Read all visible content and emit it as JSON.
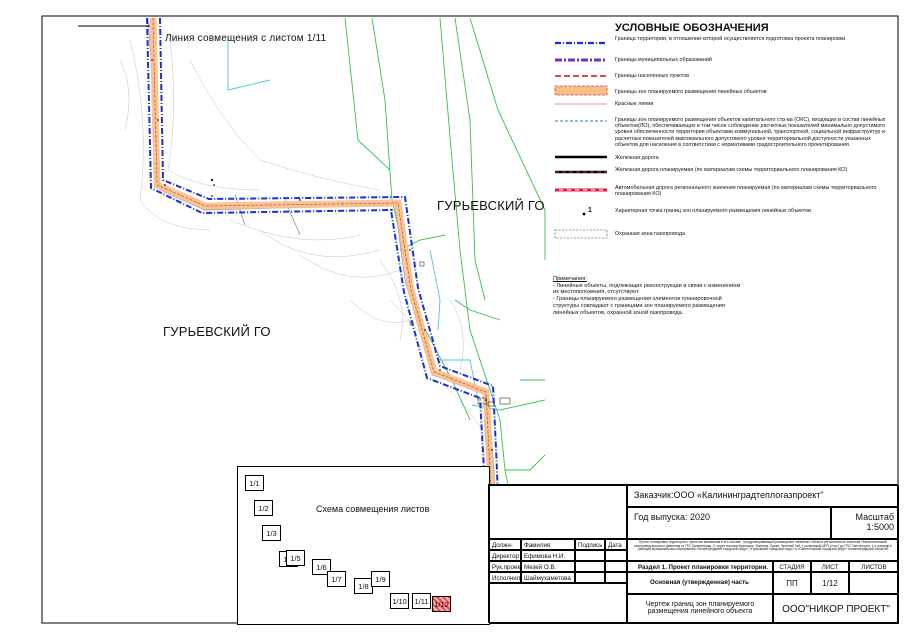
{
  "map": {
    "combine_line_label": "Линия совмещения с листом 1/11",
    "district_label_left": "ГУРЬЕВСКИЙ ГО",
    "district_label_right": "ГУРЬЕВСКИЙ ГО"
  },
  "legend": {
    "title": "УСЛОВНЫЕ ОБОЗНАЧЕНИЯ",
    "items": [
      {
        "text": "Граница территории, в отношении которой осуществляется подготовка проекта планировки"
      },
      {
        "text": "Границы муниципальных образований"
      },
      {
        "text": "Границы населенных пунктов"
      },
      {
        "text": "Границы зон планируемого размещения линейных объектов"
      },
      {
        "text": "Красные линии"
      },
      {
        "text": "Границы зон планируемого размещения объектов капитального стр-ва (ОКС), входящих в состав линейных объектов(ЛО), обеспечивающих в том числе соблюдение расчетных показателей минимально допустимого уровня обеспеченности территории объектами коммунальной, транспортной, социальной инфраструктур и расчетных показателей максимального допустимого уровня территориальной доступности указанных объектов для населения в соответствии с нормативами градостроительного проектирования."
      },
      {
        "text": "Железная дорога"
      },
      {
        "text": "Железная дорога планируемая (по материалам схемы территориального планирования КО)"
      },
      {
        "text": "Автомобильная дорога регионального значения планируемая (по материалам схемы территориального планирования КО)"
      },
      {
        "text": "Характерная точка границ зон планируемого размещения линейных объектов"
      },
      {
        "text": "Охранная зона газопровода"
      }
    ],
    "point_symbol": "1"
  },
  "notes": {
    "title": "Примечания:",
    "lines": [
      "- Линейные объекты, подлежащих реконструкции  в связи с изменением",
      "их местоположения,  отсутствуют.",
      "- Границы  планируемого размещения элементов планировочной",
      "структуры совпадают с границами зон планируемого размещения",
      "линейных объектов, охранной зоной газопровода."
    ]
  },
  "schema": {
    "title": "Схема совмещения листов",
    "sheets": [
      "1/1",
      "1/2",
      "1/3",
      "1/4",
      "1/5",
      "1/6",
      "1/7",
      "1/8",
      "1/9",
      "1/10",
      "1/11",
      "1/12"
    ],
    "active_sheet": "1/12"
  },
  "title_block": {
    "customer": "Заказчик:ООО «Калининградтеплогазпроект\"",
    "year": "Год выпуска: 2020",
    "scale_label": "Масштаб",
    "scale_value": "1:5000",
    "project_desc": "Проект планировки территории с проектом межевания в его составе , предусматривающей размещение линейного объекта регионального значения «Межпоселковый газопровод высокого давления от ГРС Калининград -2, через поселки Кузнецкое, Вольное, Лужки, Зеленый Гай, с установкой ШРП (4 шт.) до ГРС Светлогорск, 1-я очередь в границах муниципальных образований «Зеленоградский городской округ», «Гурьевский городской округ» и «Светлогорский городской округ» Калининградской области»",
    "headers": {
      "position": "Должн-ть",
      "surname": "Фамилия",
      "signature": "Подпись",
      "date": "Дата"
    },
    "people": [
      {
        "position": "Директор",
        "surname": "Ефимова Н.И."
      },
      {
        "position": "Рук.проекта",
        "surname": "Мезей О.В."
      },
      {
        "position": "Исполнил",
        "surname": "Шаймухаметова"
      }
    ],
    "section": "Раздел 1. Проект планировки территории.",
    "part": "Основная (утвержденная) часть",
    "stage_label": "СТАДИЯ",
    "sheet_label": "ЛИСТ",
    "sheets_label": "ЛИСТОВ",
    "stage_value": "ПП",
    "sheet_value": "1/12",
    "drawing_name": "Чертеж границ зон планируемого размещения линейного объекта",
    "company": "ООО\"НИКОР ПРОЕКТ\""
  },
  "colors": {
    "territory_boundary": "#1a2fd6",
    "municipal_boundary": "#7a2cc4",
    "settlement_boundary": "#e03030",
    "lo_zone_fill": "#f7c08a",
    "lo_zone_stroke": "#d04040",
    "red_line": "#f08aa8",
    "oks_zone": "#3a6fd8",
    "green_lines": "#34c24a",
    "cyan_lines": "#4cc8d6"
  }
}
